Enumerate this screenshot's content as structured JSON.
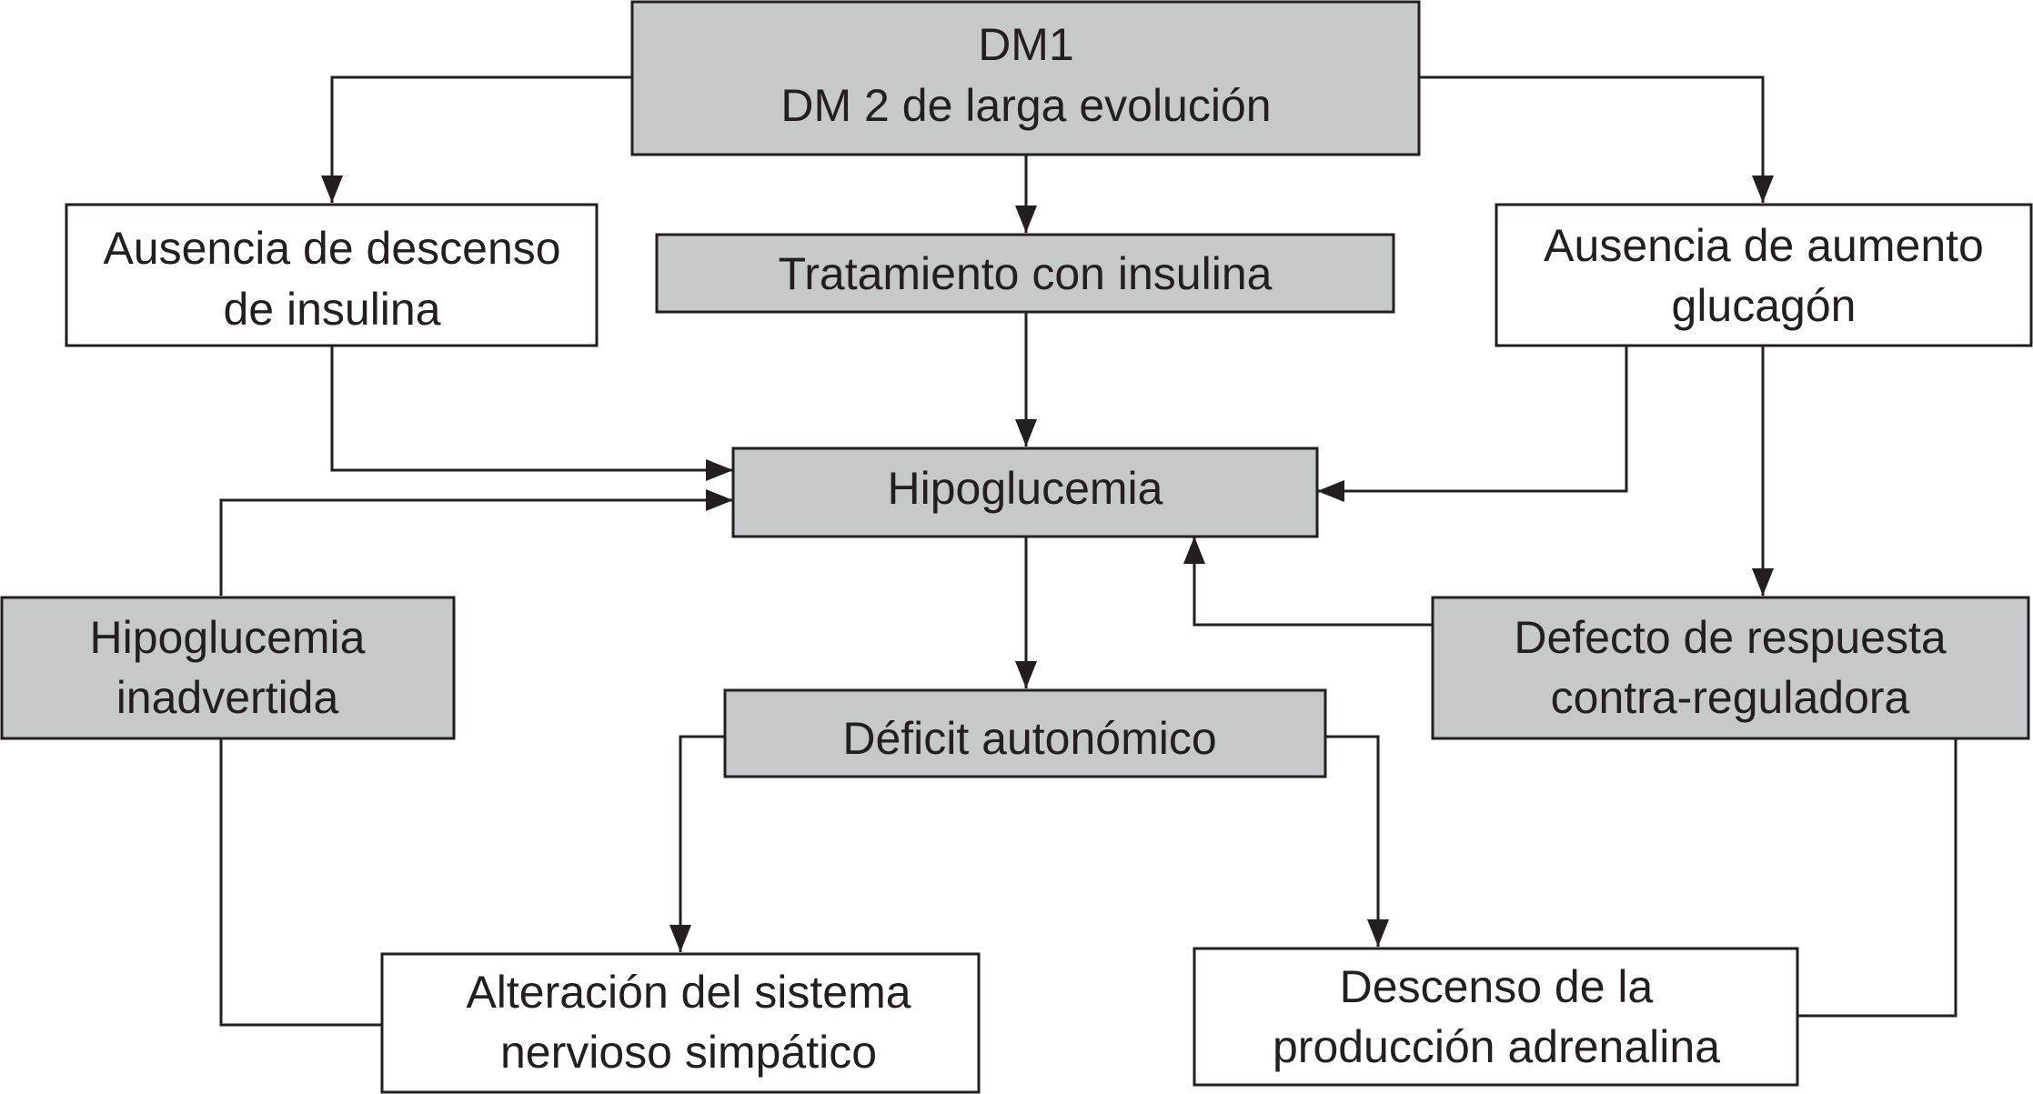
{
  "colors": {
    "gray_box": "#c7c8ca",
    "white_box": "#ffffff",
    "line": "#231f20",
    "text": "#231f20"
  },
  "nodes": {
    "dm": {
      "line1": "DM1",
      "line2": "DM 2 de larga evolución"
    },
    "ausencia_insulina": {
      "line1": "Ausencia de descenso",
      "line2": "de insulina"
    },
    "tratamiento": {
      "line1": "Tratamiento con insulina"
    },
    "ausencia_glucagon": {
      "line1": "Ausencia de aumento",
      "line2": "glucagón"
    },
    "hipoglucemia": {
      "line1": "Hipoglucemia"
    },
    "hipo_inadvertida": {
      "line1": "Hipoglucemia",
      "line2": "inadvertida"
    },
    "defecto": {
      "line1": "Defecto de respuesta",
      "line2": "contra-reguladora"
    },
    "deficit": {
      "line1": "Déficit autonómico"
    },
    "alteracion": {
      "line1": "Alteración del sistema",
      "line2": "nervioso simpático"
    },
    "descenso_adrenalina": {
      "line1": "Descenso de la",
      "line2": "producción adrenalina"
    }
  }
}
